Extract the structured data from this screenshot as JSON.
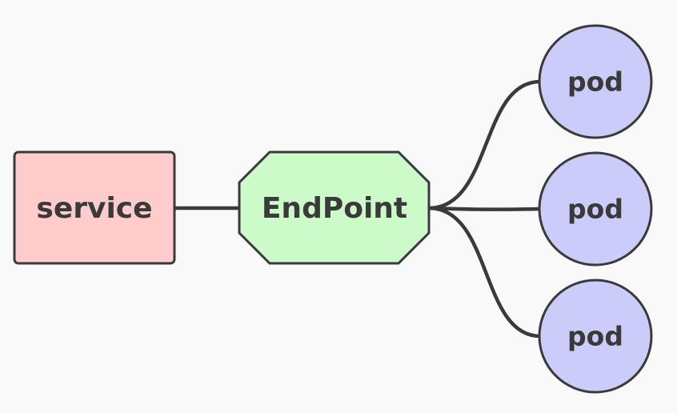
{
  "diagram": {
    "nodes": {
      "service": {
        "label": "service",
        "fill": "#ffcccb"
      },
      "endpoint": {
        "label": "EndPoint",
        "fill": "#ccfac8"
      },
      "pods": [
        {
          "label": "pod",
          "fill": "#ccccfb"
        },
        {
          "label": "pod",
          "fill": "#ccccfb"
        },
        {
          "label": "pod",
          "fill": "#ccccfb"
        }
      ]
    },
    "edges": [
      {
        "from": "service",
        "to": "endpoint"
      },
      {
        "from": "endpoint",
        "to": "pod-1"
      },
      {
        "from": "endpoint",
        "to": "pod-2"
      },
      {
        "from": "endpoint",
        "to": "pod-3"
      }
    ],
    "colors": {
      "stroke": "#3a3a3a",
      "background": "#f9f9f9"
    }
  }
}
